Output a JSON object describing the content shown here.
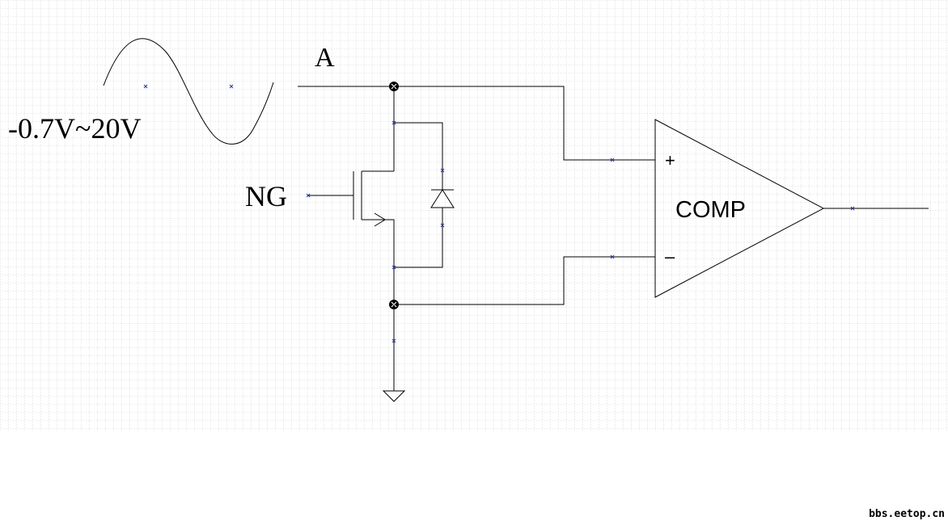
{
  "labels": {
    "node_a": "A",
    "voltage_range": "-0.7V~20V",
    "gate": "NG",
    "comparator": "COMP",
    "plus": "+",
    "minus": "–"
  },
  "watermark": "bbs.eetop.cn",
  "colors": {
    "grid": "#c9c9c9",
    "wire": "#000000",
    "pin_marker": "#2a3a9a",
    "background": "#ffffff"
  }
}
